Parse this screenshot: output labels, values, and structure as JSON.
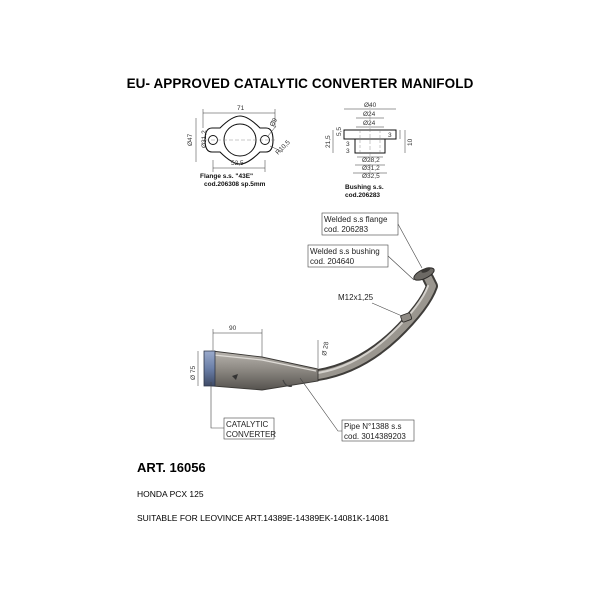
{
  "title": "EU- APPROVED CATALYTIC CONVERTER MANIFOLD",
  "flange": {
    "dim_width": "71",
    "dim_height": "Ø47",
    "dim_inner": "Ø31,2",
    "dim_hole": "Ø9",
    "dim_radius": "R10,5",
    "dim_spacing": "52,5",
    "label_line1": "Flange s.s.   \"43E\"",
    "label_line2": "cod.206308 sp.5mm"
  },
  "bushing": {
    "dim_top_outer": "Ø40",
    "dim_top_mid": "Ø24",
    "dim_top_inner": "Ø24",
    "dim_left_total": "21,5",
    "dim_left_a": "5,5",
    "dim_left_b": "3",
    "dim_left_c": "3",
    "dim_right_a": "3",
    "dim_right_b": "10",
    "dim_bottom_inner": "Ø28,2",
    "dim_bottom_mid": "Ø31,2",
    "dim_bottom_outer": "Ø32,5",
    "label_line1": "Bushing s.s.",
    "label_line2": "cod.206283"
  },
  "callouts": {
    "flange_line1": "Welded s.s flange",
    "flange_line2": "cod. 206283",
    "bushing_line1": "Welded s.s bushing",
    "bushing_line2": "cod. 204640",
    "thread": "M12x1,25",
    "length": "90",
    "diameter": "Ø 75",
    "pipe_dia": "Ø 28",
    "cat_line1": "CATALYTIC",
    "cat_line2": "CONVERTER",
    "pipe_line1": "Pipe N°1388 s.s",
    "pipe_line2": "cod. 3014389203"
  },
  "article": "ART. 16056",
  "model": "HONDA PCX 125",
  "suitable": "SUITABLE FOR LEOVINCE ART.14389E-14389EK-14081K-14081",
  "colors": {
    "steel_dark": "#55524e",
    "steel_mid": "#8e8a84",
    "steel_light": "#c9c6c1",
    "converter_band": "#6b7fa8"
  }
}
